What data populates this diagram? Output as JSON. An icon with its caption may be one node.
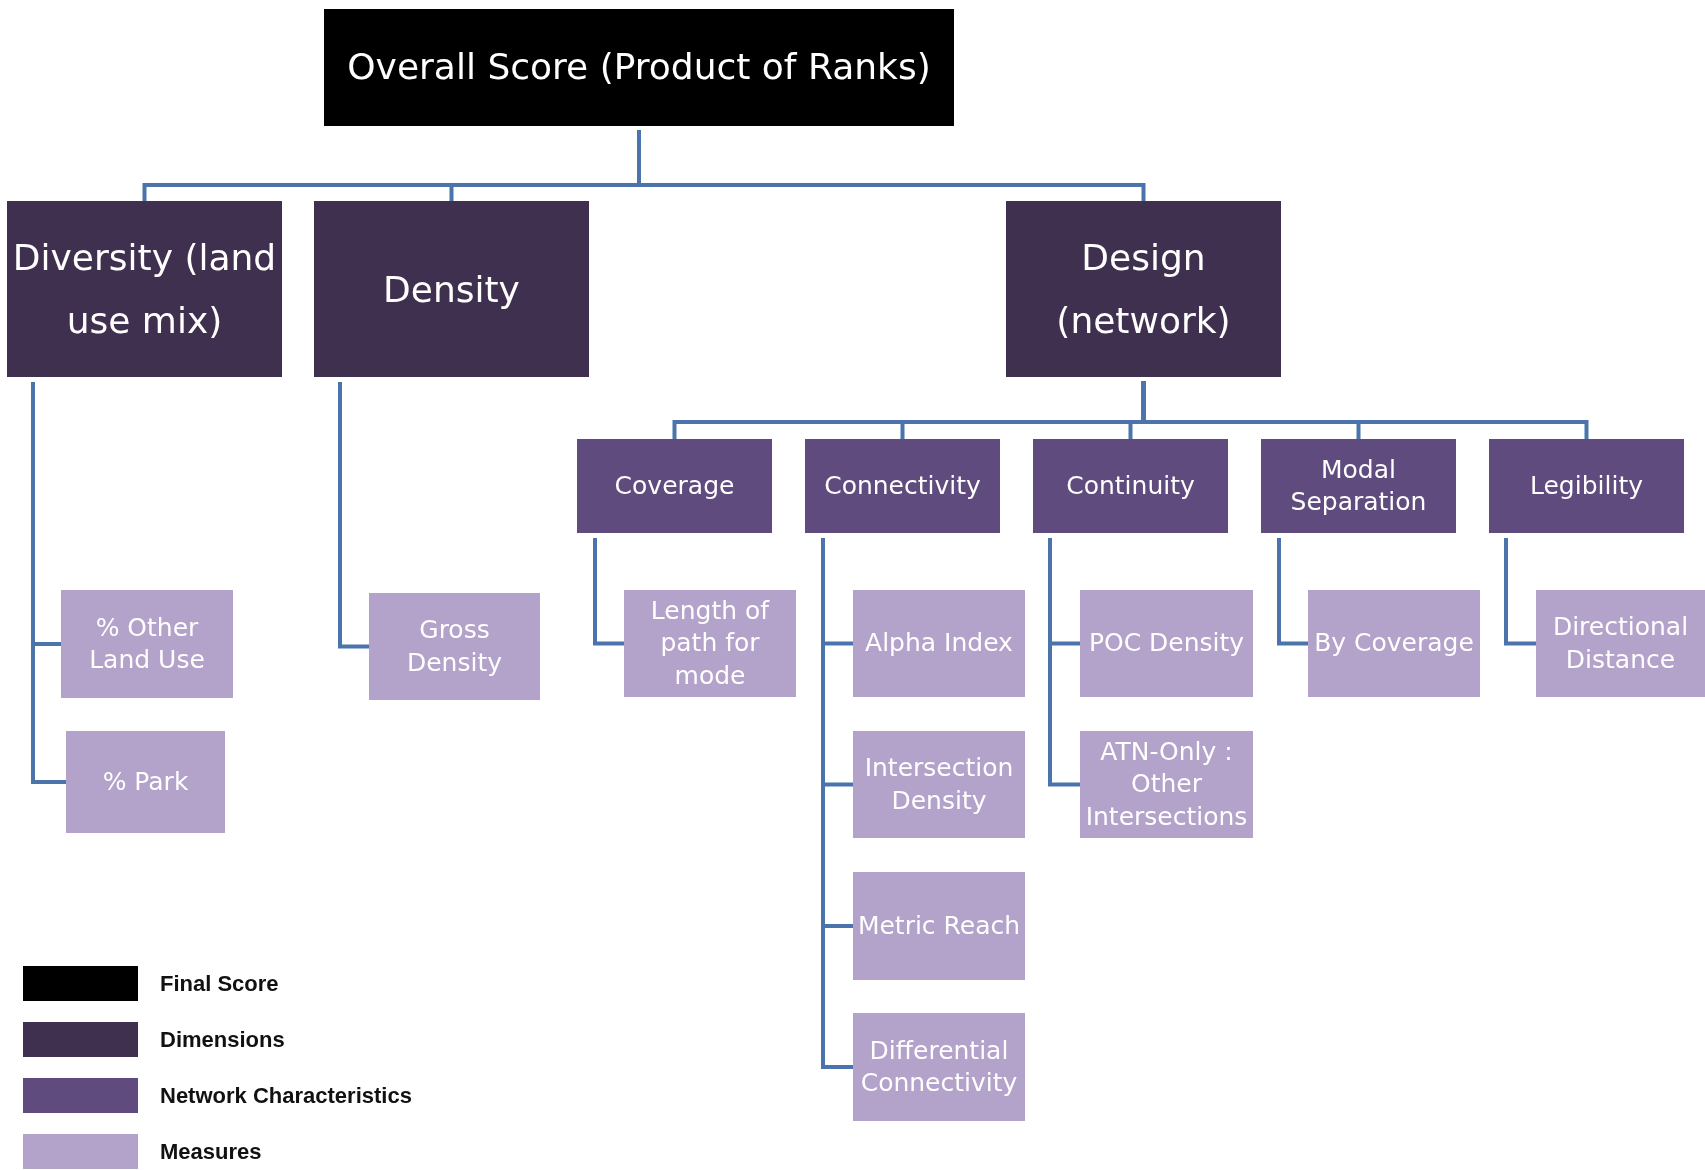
{
  "diagram": {
    "nodes": [
      {
        "text": [
          "Overall  Score (Product of Ranks)"
        ]
      },
      {
        "text": [
          "Diversity (land use mix)"
        ]
      },
      {
        "text": [
          "Density"
        ]
      },
      {
        "text": [
          "Design (network)"
        ]
      },
      {
        "text": [
          "Coverage"
        ]
      },
      {
        "text": [
          "Connectivity"
        ]
      },
      {
        "text": [
          "Continuity"
        ]
      },
      {
        "text": [
          "Modal Separation"
        ]
      },
      {
        "text": [
          "Legibility"
        ]
      },
      {
        "text": [
          "% Other Land Use"
        ]
      },
      {
        "text": [
          "% Park"
        ]
      },
      {
        "text": [
          "Gross Density"
        ]
      },
      {
        "text": [
          "Length of path for mode"
        ]
      },
      {
        "text": [
          "Alpha Index"
        ]
      },
      {
        "text": [
          "Intersection Density"
        ]
      },
      {
        "text": [
          "Metric Reach"
        ]
      },
      {
        "text": [
          "Differential Connectivity"
        ]
      },
      {
        "text": [
          "POC Density"
        ]
      },
      {
        "text": [
          "ATN-Only : Other Intersections"
        ]
      },
      {
        "text": [
          "By Coverage"
        ]
      },
      {
        "text": [
          "Directional Distance"
        ]
      }
    ],
    "edges": [
      {
        "from": 0,
        "to": 1,
        "arrow": "none"
      },
      {
        "from": 0,
        "to": 2,
        "arrow": "none"
      },
      {
        "from": 0,
        "to": 3,
        "arrow": "none"
      },
      {
        "from": 3,
        "to": 4,
        "arrow": "none"
      },
      {
        "from": 3,
        "to": 5,
        "arrow": "none"
      },
      {
        "from": 3,
        "to": 6,
        "arrow": "none"
      },
      {
        "from": 3,
        "to": 7,
        "arrow": "none"
      },
      {
        "from": 3,
        "to": 8,
        "arrow": "none"
      },
      {
        "from": 1,
        "to": 9,
        "arrow": "none"
      },
      {
        "from": 1,
        "to": 10,
        "arrow": "none"
      },
      {
        "from": 2,
        "to": 11,
        "arrow": "none"
      },
      {
        "from": 4,
        "to": 12,
        "arrow": "none"
      },
      {
        "from": 5,
        "to": 13,
        "arrow": "none"
      },
      {
        "from": 5,
        "to": 14,
        "arrow": "none"
      },
      {
        "from": 5,
        "to": 15,
        "arrow": "none"
      },
      {
        "from": 5,
        "to": 16,
        "arrow": "none"
      },
      {
        "from": 6,
        "to": 17,
        "arrow": "none"
      },
      {
        "from": 6,
        "to": 18,
        "arrow": "none"
      },
      {
        "from": 7,
        "to": 19,
        "arrow": "none"
      },
      {
        "from": 8,
        "to": 20,
        "arrow": "none"
      }
    ],
    "legend": [
      {
        "text": "Final Score",
        "color": "#000000"
      },
      {
        "text": "Dimensions",
        "color": "#40304f"
      },
      {
        "text": "Network Characteristics",
        "color": "#5f4b7d"
      },
      {
        "text": "Measures",
        "color": "#b3a2c9"
      }
    ]
  }
}
